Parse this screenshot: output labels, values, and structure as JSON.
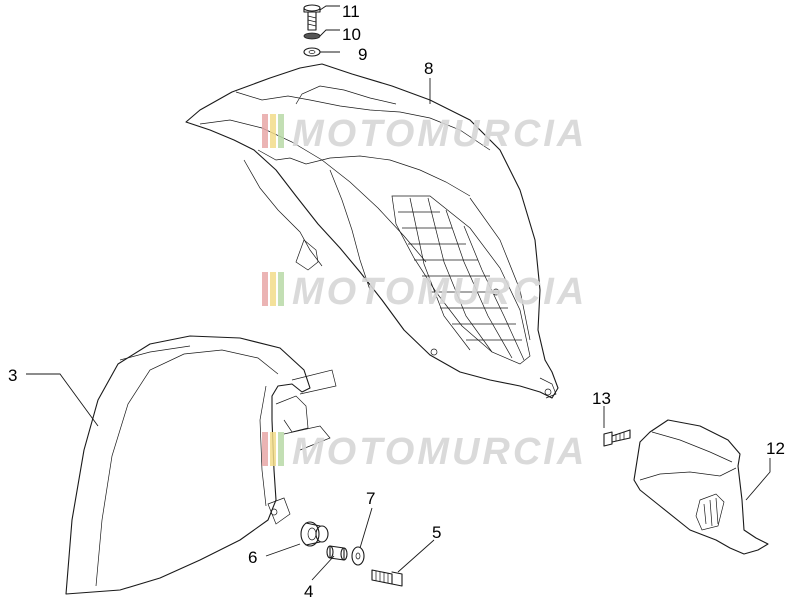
{
  "watermark": {
    "text": "MOTOMURCIA",
    "stripe_colors": [
      "#e8a7a7",
      "#f2dc8a",
      "#b8d9a7"
    ]
  },
  "callouts": {
    "c11": "11",
    "c10": "10",
    "c9": "9",
    "c8": "8",
    "c3": "3",
    "c13": "13",
    "c12": "12",
    "c7": "7",
    "c6": "6",
    "c5": "5",
    "c4": "4"
  }
}
